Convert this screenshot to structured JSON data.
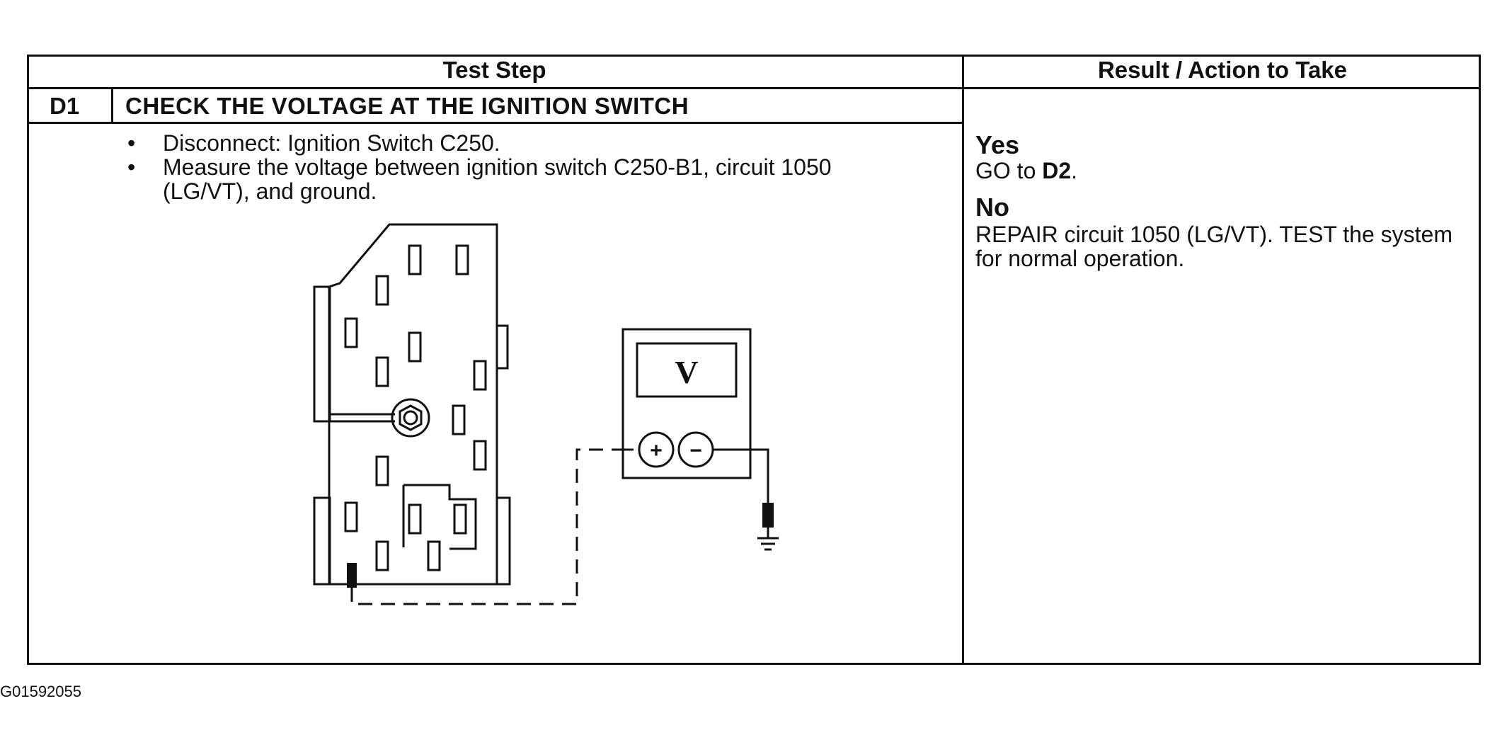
{
  "table": {
    "header_left": "Test Step",
    "header_right": "Result / Action to Take",
    "step": {
      "id": "D1",
      "title": "CHECK THE VOLTAGE AT THE IGNITION SWITCH",
      "instructions": [
        {
          "bullet": "•",
          "text": "Disconnect: Ignition Switch C250."
        },
        {
          "bullet": "•",
          "text": "Measure the voltage between ignition switch C250-B1, circuit 1050 (LG/VT), and ground."
        }
      ]
    },
    "results": [
      {
        "label": "Yes",
        "action_prefix": "GO to ",
        "action_bold": "D2",
        "action_suffix": "."
      },
      {
        "label": "No",
        "action": "REPAIR circuit 1050 (LG/VT). TEST the system for normal operation."
      }
    ]
  },
  "diagram": {
    "meter_display": "V",
    "positive_terminal": "+",
    "negative_terminal": "−"
  },
  "figure_id": "G01592055"
}
